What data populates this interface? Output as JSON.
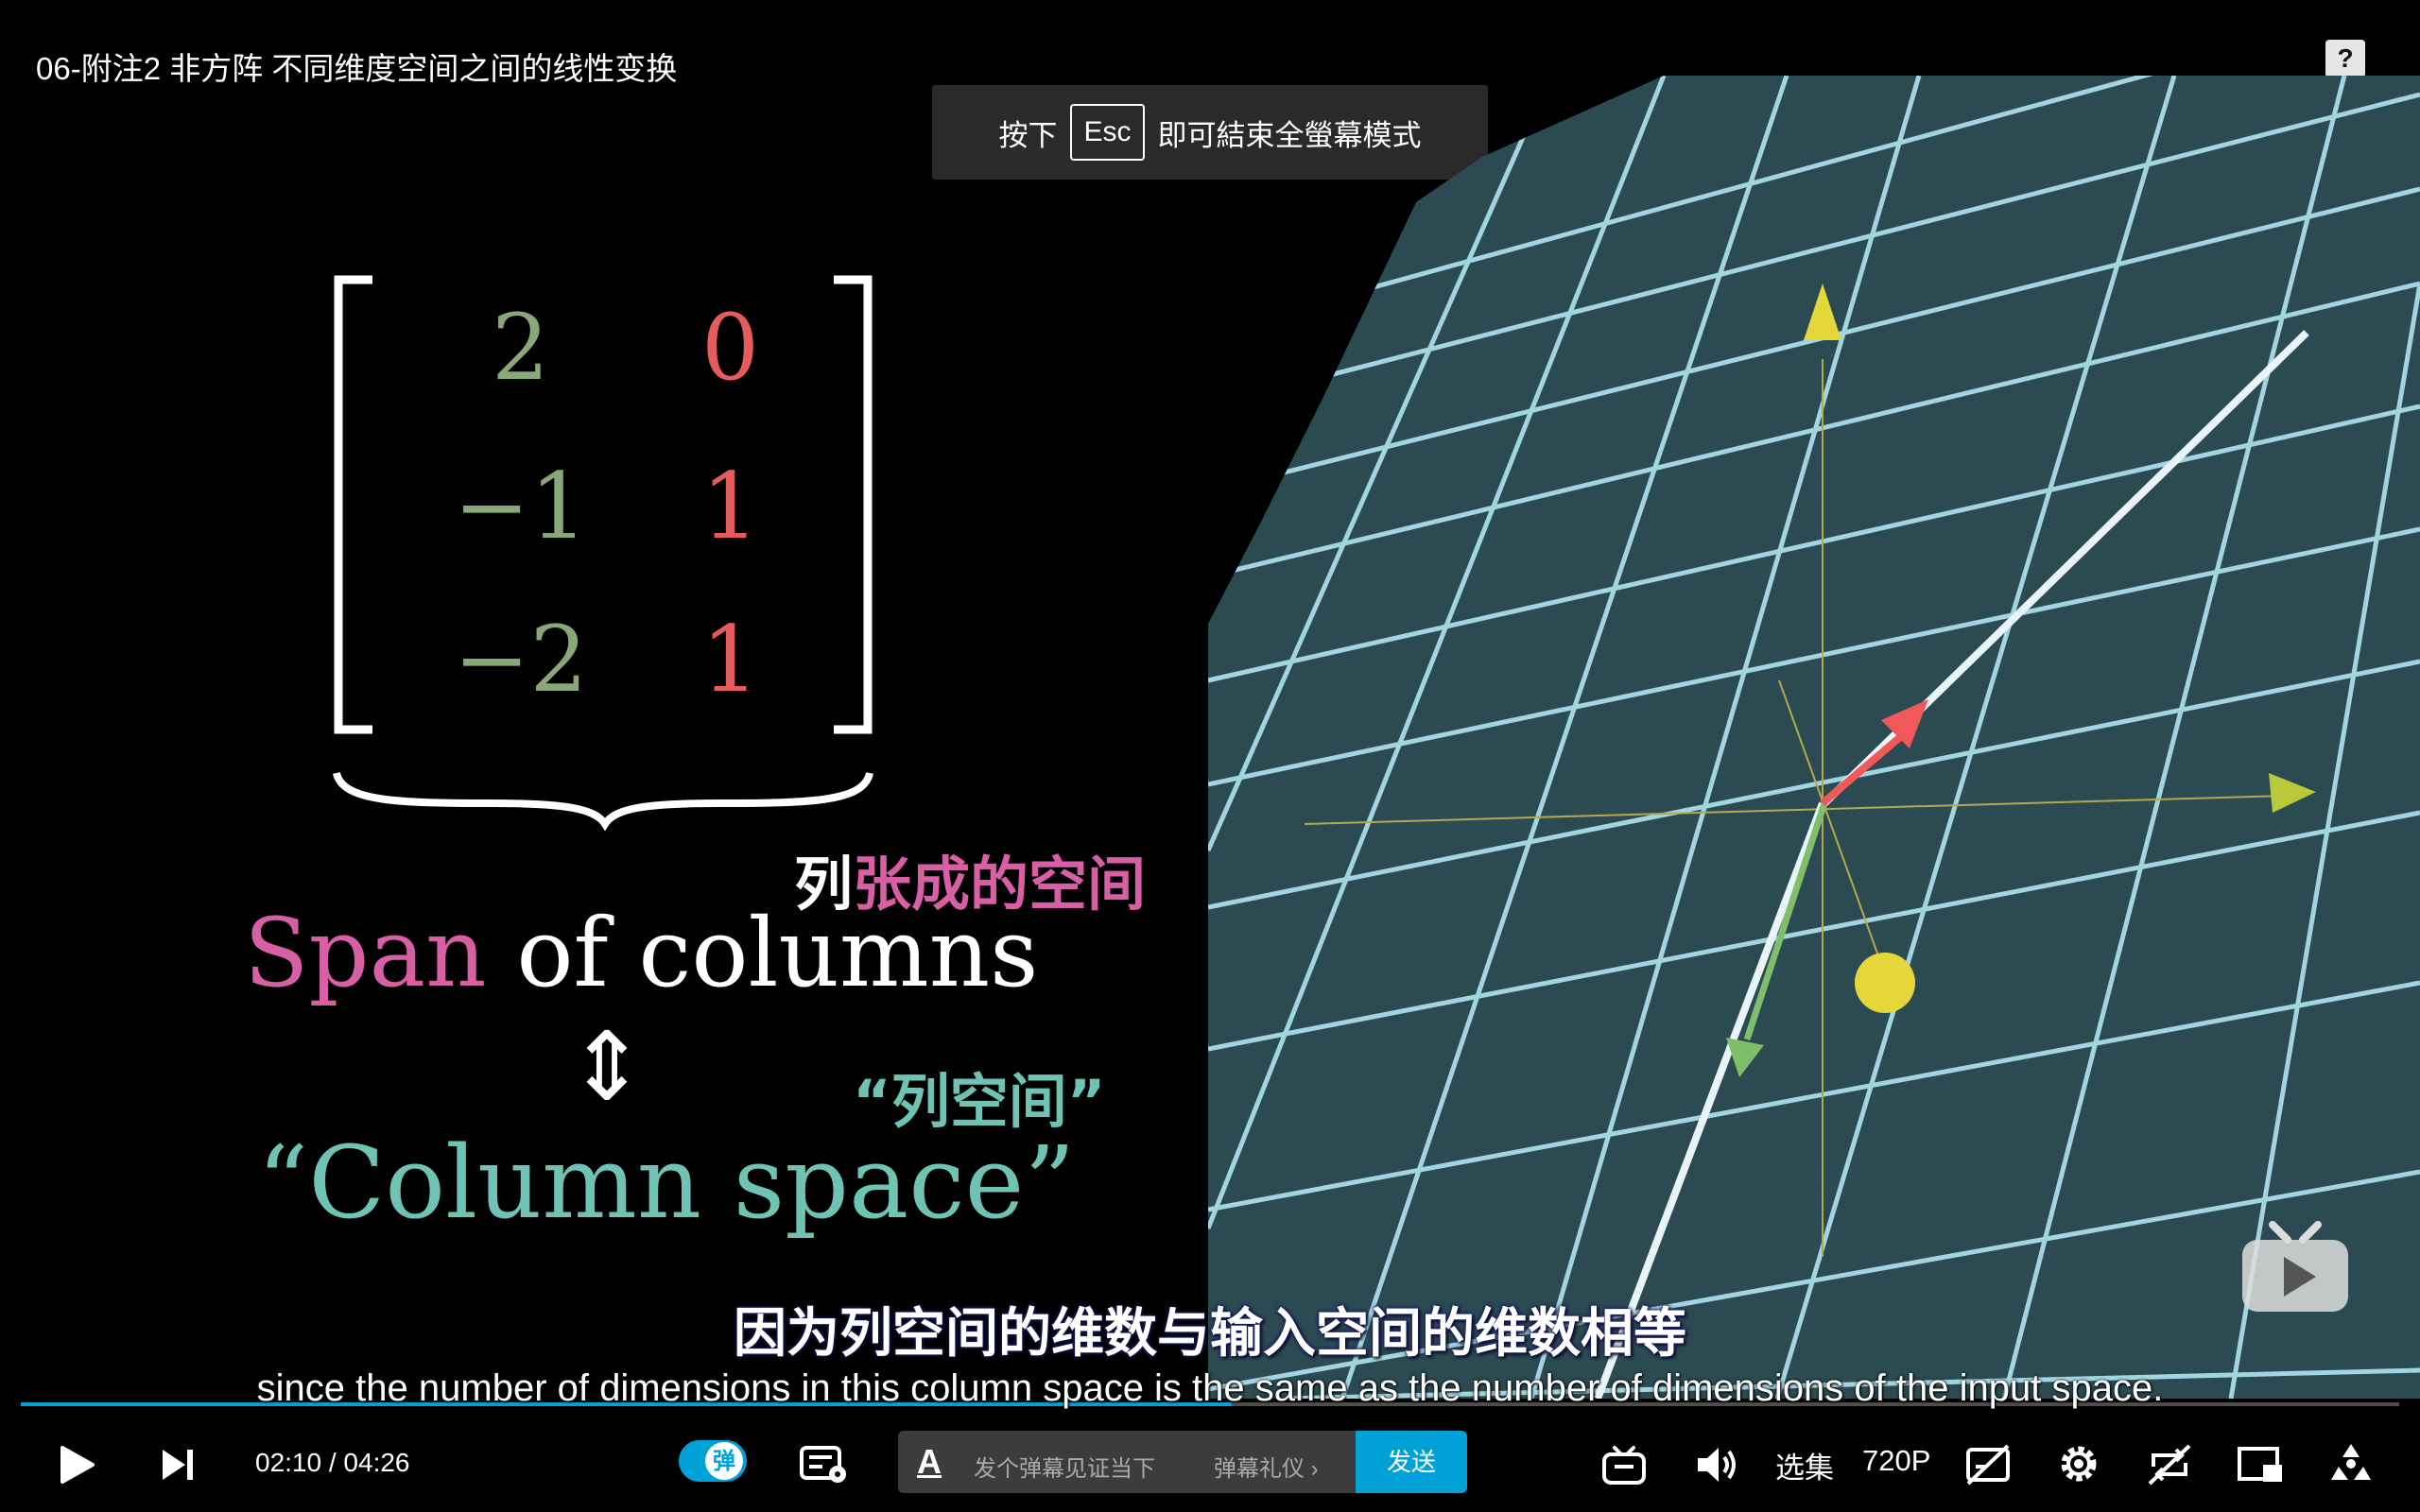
{
  "window": {
    "title": "06-附注2 非方阵 不同维度空间之间的线性变换",
    "help_label": "?"
  },
  "toast": {
    "prefix": "按下",
    "key": "Esc",
    "suffix": "即可結束全螢幕模式"
  },
  "video": {
    "matrix": {
      "r1c1": "2",
      "r1c2": "0",
      "r2c1": "−1",
      "r2c2": "1",
      "r3c1": "−2",
      "r3c2": "1"
    },
    "zh_span_1": "列",
    "zh_span_2": "张成的空间",
    "span_word": "Span",
    "of_columns": " of columns",
    "arrow": "⇕",
    "zh_colspace": "“列空间”",
    "colspace": "“Column space”"
  },
  "subtitles": {
    "zh": "因为列空间的维数与输入空间的维数相等",
    "en": "since the number of dimensions in this column space is the same as the number of dimensions of the input space."
  },
  "player": {
    "progress": 0.509,
    "current_time": "02:10",
    "separator": "/",
    "duration": "04:26",
    "danmaku_toggle": "弹",
    "danmaku_placeholder": "发个弹幕见证当下",
    "danmaku_etiquette": "弹幕礼仪 ›",
    "send_label": "发送",
    "episodes_label": "选集",
    "quality_label": "720P",
    "icons": [
      "play-icon",
      "next-icon",
      "danmaku-settings-icon",
      "text-style-icon",
      "mini-player-icon",
      "volume-icon",
      "subtitle-off-icon",
      "settings-icon",
      "loop-off-icon",
      "widescreen-icon",
      "fullscreen-icon",
      "tv-logo-icon"
    ],
    "accent_color": "#00a1d6"
  }
}
